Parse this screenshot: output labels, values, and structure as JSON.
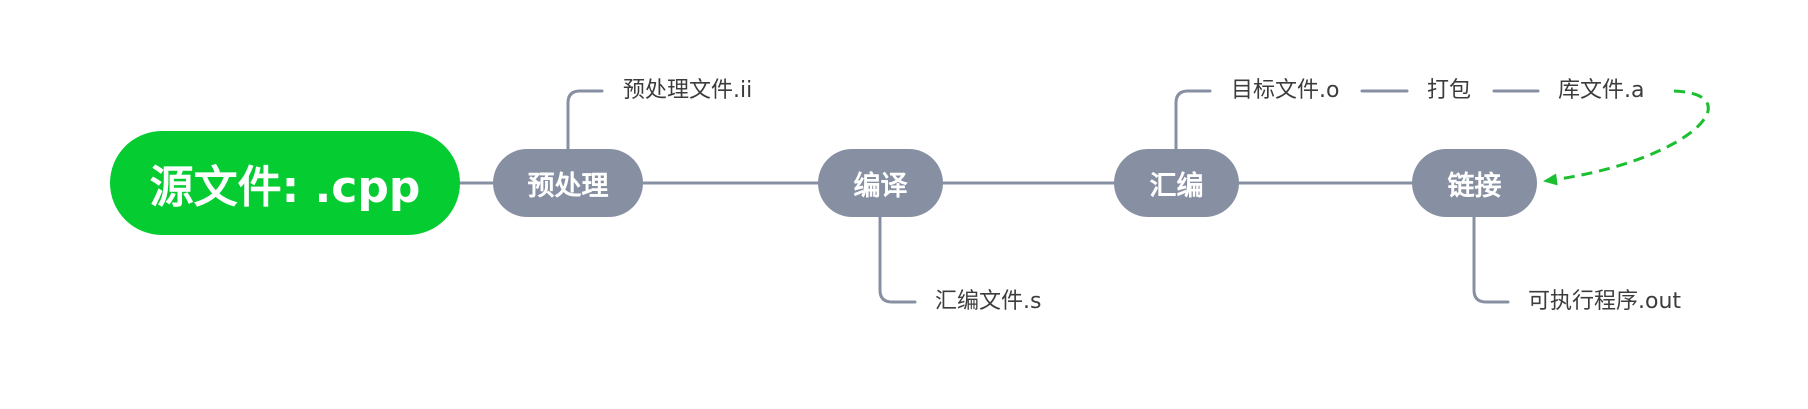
{
  "root": {
    "label": "源文件: .cpp",
    "color": "#05cc30"
  },
  "steps": [
    {
      "id": "preprocess",
      "label": "预处理"
    },
    {
      "id": "compile",
      "label": "编译"
    },
    {
      "id": "assemble",
      "label": "汇编"
    },
    {
      "id": "link",
      "label": "链接"
    }
  ],
  "outputs": {
    "preprocessed_file": "预处理文件.ii",
    "assembly_file": "汇编文件.s",
    "object_file": "目标文件.o",
    "pack_step": "打包",
    "library_file": "库文件.a",
    "executable": "可执行程序.out"
  },
  "colors": {
    "node": "#8790a3",
    "connector": "#8790a3",
    "text": "#3c3c3c",
    "feedback_arrow": "#1bbf2f"
  }
}
